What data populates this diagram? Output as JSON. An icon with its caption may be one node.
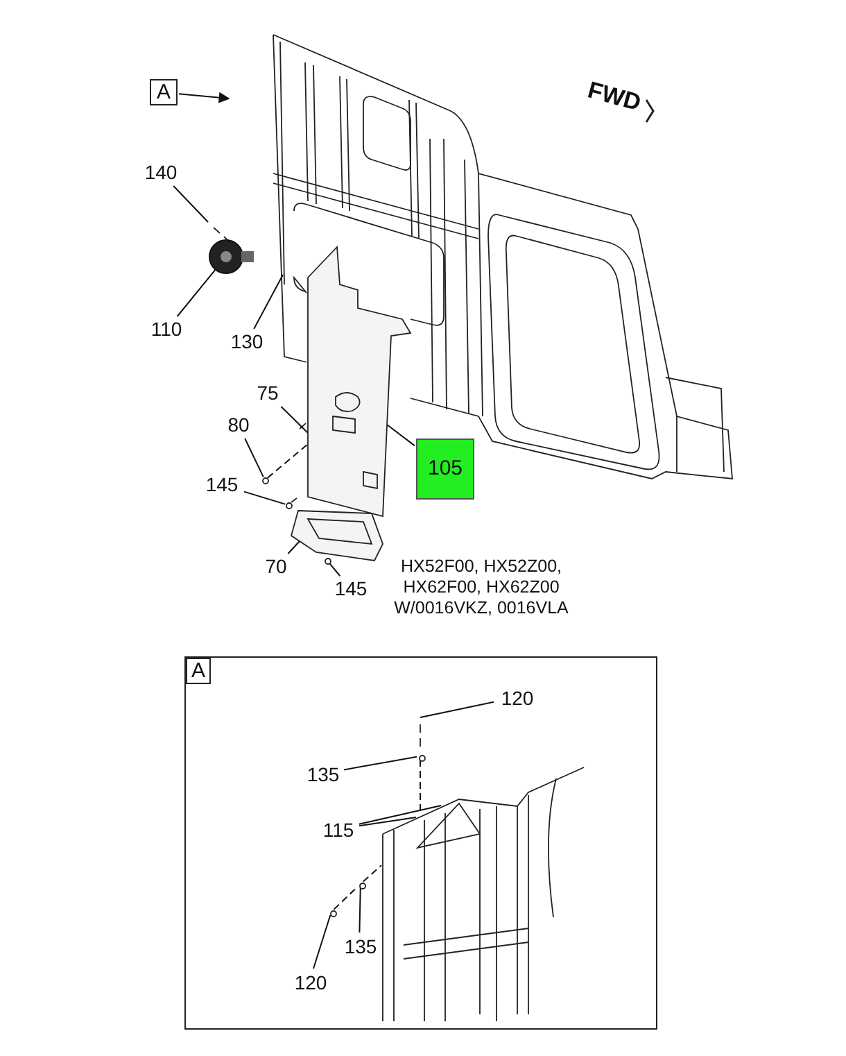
{
  "diagram": {
    "nodes": [
      {
        "text": [
          "A"
        ]
      },
      {
        "text": [
          "140"
        ]
      },
      {
        "text": [
          "110"
        ]
      },
      {
        "text": [
          "130"
        ]
      },
      {
        "text": [
          "75"
        ]
      },
      {
        "text": [
          "80"
        ]
      },
      {
        "text": [
          "105"
        ]
      },
      {
        "text": [
          "145"
        ]
      },
      {
        "text": [
          "70"
        ]
      },
      {
        "text": [
          "145"
        ]
      },
      {
        "text": [
          "A"
        ]
      },
      {
        "text": [
          "120"
        ],
        "in": 10
      },
      {
        "text": [
          "135"
        ],
        "in": 10
      },
      {
        "text": [
          "115"
        ],
        "in": 10
      },
      {
        "text": [
          "135"
        ],
        "in": 10
      },
      {
        "text": [
          "120"
        ],
        "in": 10
      },
      {
        "text": [],
        "shape": "picture"
      },
      {
        "text": [],
        "shape": "picture"
      },
      {
        "text": [],
        "shape": "circle"
      },
      {
        "text": [],
        "shape": "picture"
      },
      {
        "text": [],
        "shape": "circle"
      },
      {
        "text": [],
        "shape": "circle"
      },
      {
        "text": [],
        "shape": "picture",
        "in": 10
      },
      {
        "text": [],
        "shape": "circle",
        "in": 10
      },
      {
        "text": [],
        "shape": "circle",
        "in": 10
      },
      {
        "text": [],
        "shape": "circle",
        "in": 10
      }
    ],
    "edges": [
      {
        "from": 0,
        "to": null,
        "arrow": "to"
      },
      {
        "from": 1,
        "to": null,
        "arrow": "none"
      },
      {
        "from": 2,
        "to": 16,
        "arrow": "none"
      },
      {
        "from": 3,
        "to": null,
        "arrow": "none"
      },
      {
        "from": 4,
        "to": 17,
        "arrow": "none"
      },
      {
        "from": 5,
        "to": 18,
        "arrow": "none"
      },
      {
        "from": 6,
        "to": 17,
        "arrow": "none"
      },
      {
        "from": 7,
        "to": 20,
        "arrow": "none"
      },
      {
        "from": 8,
        "to": 19,
        "arrow": "none"
      },
      {
        "from": 9,
        "to": 21,
        "arrow": "none"
      },
      {
        "from": 11,
        "to": null,
        "arrow": "none"
      },
      {
        "from": 12,
        "to": 24,
        "arrow": "none"
      },
      {
        "from": 13,
        "to": 22,
        "arrow": "none"
      },
      {
        "from": 13,
        "to": 22,
        "arrow": "none"
      },
      {
        "from": 14,
        "to": 25,
        "arrow": "none"
      },
      {
        "from": 15,
        "to": 23,
        "arrow": "none"
      },
      {
        "from": 18,
        "to": 17,
        "arrow": "none",
        "style": "dashed"
      },
      {
        "from": 24,
        "to": 22,
        "arrow": "none",
        "style": "dashed"
      },
      {
        "from": 23,
        "to": 25,
        "arrow": "none",
        "style": "dashed"
      },
      {
        "from": 25,
        "to": 22,
        "arrow": "none",
        "style": "dashed"
      }
    ],
    "labels": [
      "FWD",
      "HX52F00, HX52Z00, HX62F00, HX62Z00 W/0016VKZ, 0016VLA"
    ]
  }
}
